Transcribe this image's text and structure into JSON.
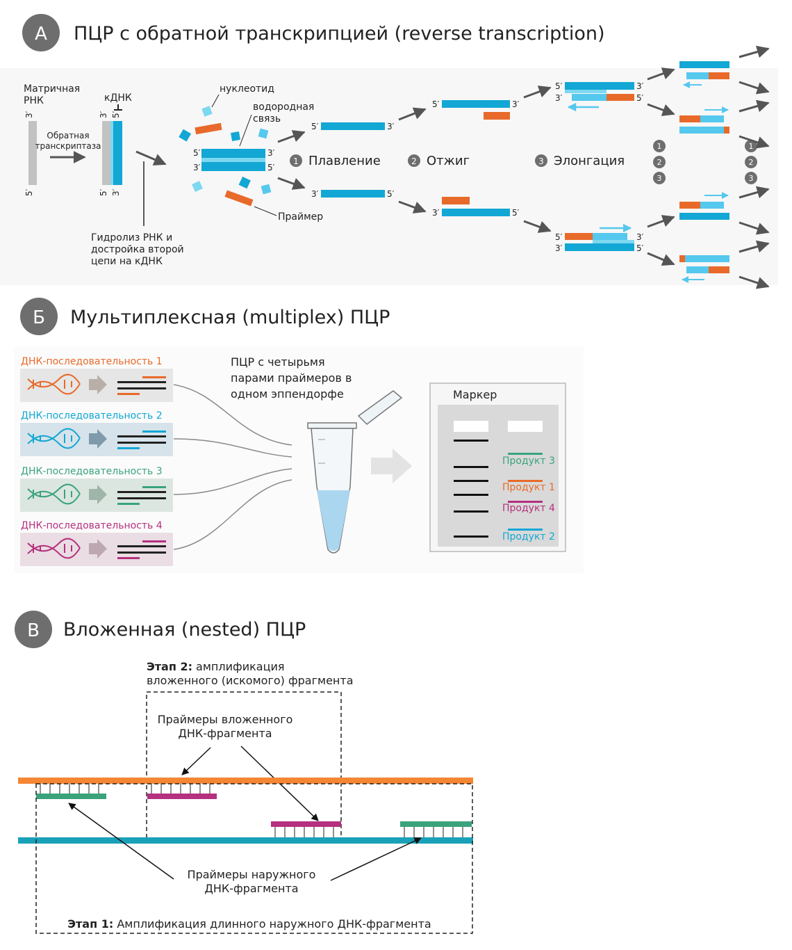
{
  "colors": {
    "orange": "#e86a2a",
    "cyan": "#12a7d4",
    "lightcyan": "#7dd8f0",
    "gray": "#6e6e6e",
    "green": "#3aa37c",
    "magenta": "#b5307f",
    "dark": "#222222",
    "arrow": "#555555",
    "nested_orange": "#f58634",
    "nested_teal": "#1aa1b9"
  },
  "section_a": {
    "badge": "А",
    "title": "ПЦР с обратной транскрипцией (reverse transcription)",
    "template_rna": [
      "Матричная",
      "РНК"
    ],
    "cdna": "кДНК",
    "rt": [
      "Обратная",
      "транскриптаза"
    ],
    "hydrolysis": [
      "Гидролиз РНК и",
      "достройка второй",
      "цепи на кДНК"
    ],
    "nucleotide": "нуклеотид",
    "hbond": [
      "водородная",
      "связь"
    ],
    "primer": "Праймер",
    "step1_num": "1",
    "step1": "Плавление",
    "step2_num": "2",
    "step2": "Отжиг",
    "step3_num": "3",
    "step3": "Элонгация",
    "cycle_nums": [
      "1",
      "2",
      "3"
    ],
    "p5": "5′",
    "p3": "3′"
  },
  "section_b": {
    "badge": "Б",
    "title": "Мультиплексная (multiplex) ПЦР",
    "seq1": "ДНК-последовательность 1",
    "seq2": "ДНК-последовательность 2",
    "seq3": "ДНК-последовательность 3",
    "seq4": "ДНК-последовательность 4",
    "pcr_note": [
      "ПЦР с четырьмя",
      "парами праймеров в",
      "одном эппендорфе"
    ],
    "marker": "Маркер",
    "prod3": "Продукт 3",
    "prod1": "Продукт 1",
    "prod4": "Продукт 4",
    "prod2": "Продукт 2"
  },
  "section_c": {
    "badge": "В",
    "title": "Вложенная (nested) ПЦР",
    "stage2_bold": "Этап 2:",
    "stage2_rest": " амплификация",
    "stage2_line2": "вложенного (искомого) фрагмента",
    "nested_primers": [
      "Праймеры вложенного",
      "ДНК-фрагмента"
    ],
    "outer_primers": [
      "Праймеры наружного",
      "ДНК-фрагмента"
    ],
    "stage1_bold": "Этап 1:",
    "stage1_rest": " Амплификация длинного наружного ДНК-фрагмента"
  }
}
